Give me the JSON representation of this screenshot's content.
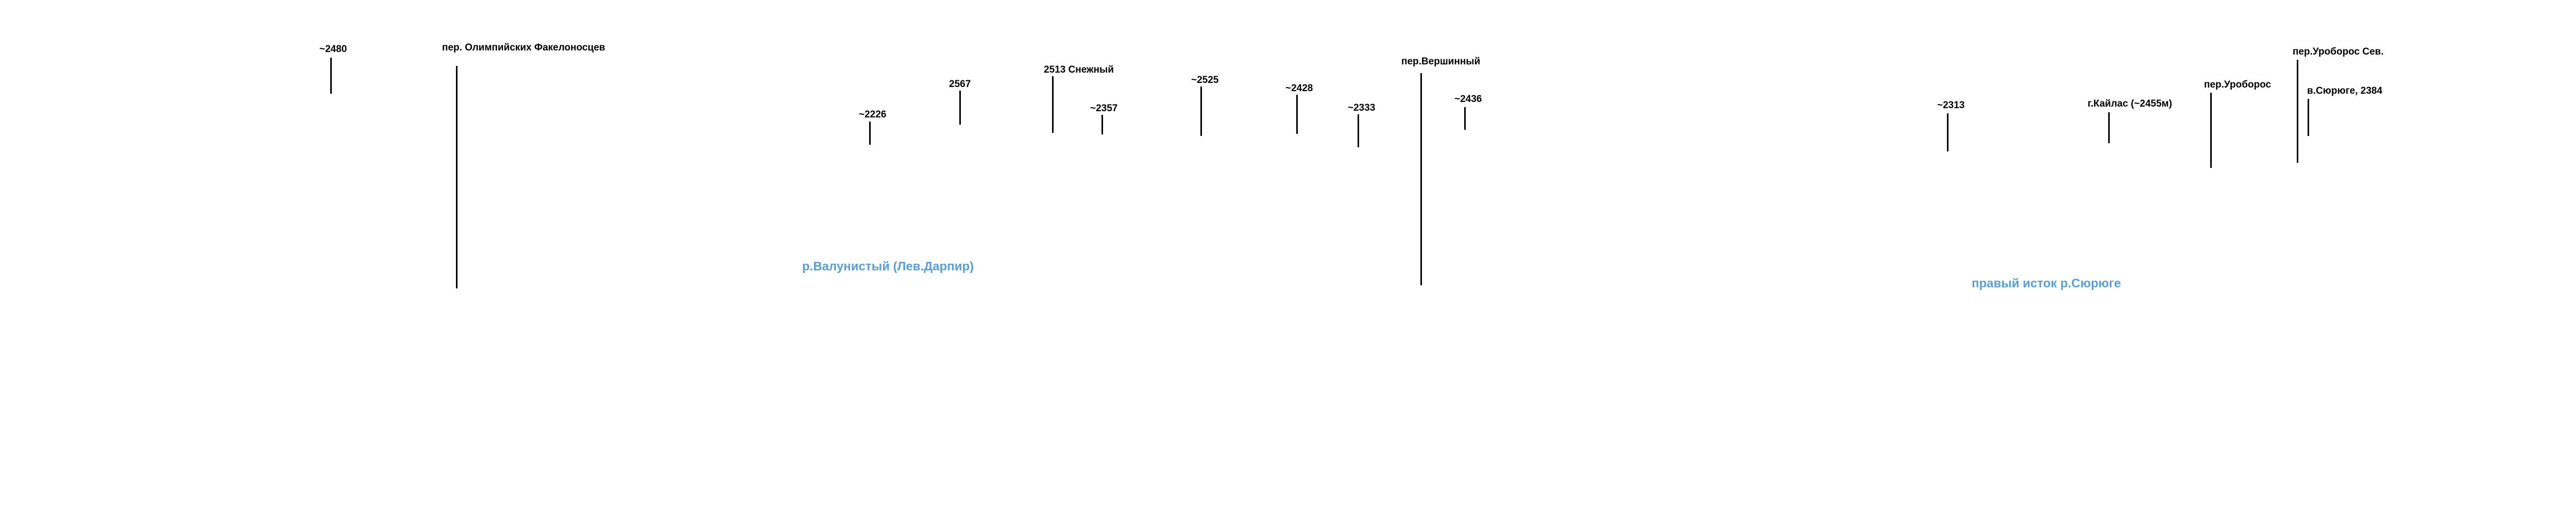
{
  "colors": {
    "text": "#000000",
    "river": "#5a9fd4"
  },
  "peaks": [
    {
      "id": "peak-2480",
      "label": "~2480"
    },
    {
      "id": "pass-olimpiyskikh",
      "label": "пер. Олимпийских Факелоносцев"
    },
    {
      "id": "peak-2226",
      "label": "~2226"
    },
    {
      "id": "peak-2567",
      "label": "2567"
    },
    {
      "id": "peak-2513",
      "label": "2513 Снежный"
    },
    {
      "id": "peak-2357",
      "label": "~2357"
    },
    {
      "id": "peak-2525",
      "label": "~2525"
    },
    {
      "id": "peak-2428",
      "label": "~2428"
    },
    {
      "id": "peak-2333",
      "label": "~2333"
    },
    {
      "id": "pass-vershinny",
      "label": "пер.Вершинный"
    },
    {
      "id": "peak-2436",
      "label": "~2436"
    },
    {
      "id": "peak-2313",
      "label": "~2313"
    },
    {
      "id": "mount-kailas",
      "label": "г.Кайлас (~2455м)"
    },
    {
      "id": "pass-uroboros",
      "label": "пер.Уроборос"
    },
    {
      "id": "pass-uroboros-north",
      "label": "пер.Уроборос Сев."
    },
    {
      "id": "peak-syuryuge",
      "label": "в.Сюрюге, 2384"
    }
  ],
  "rivers": [
    {
      "id": "river-valunisty",
      "label": "р.Валунистый (Лев.Дарпир)"
    },
    {
      "id": "river-syuryuge",
      "label": "правый исток р.Сюрюге"
    }
  ]
}
